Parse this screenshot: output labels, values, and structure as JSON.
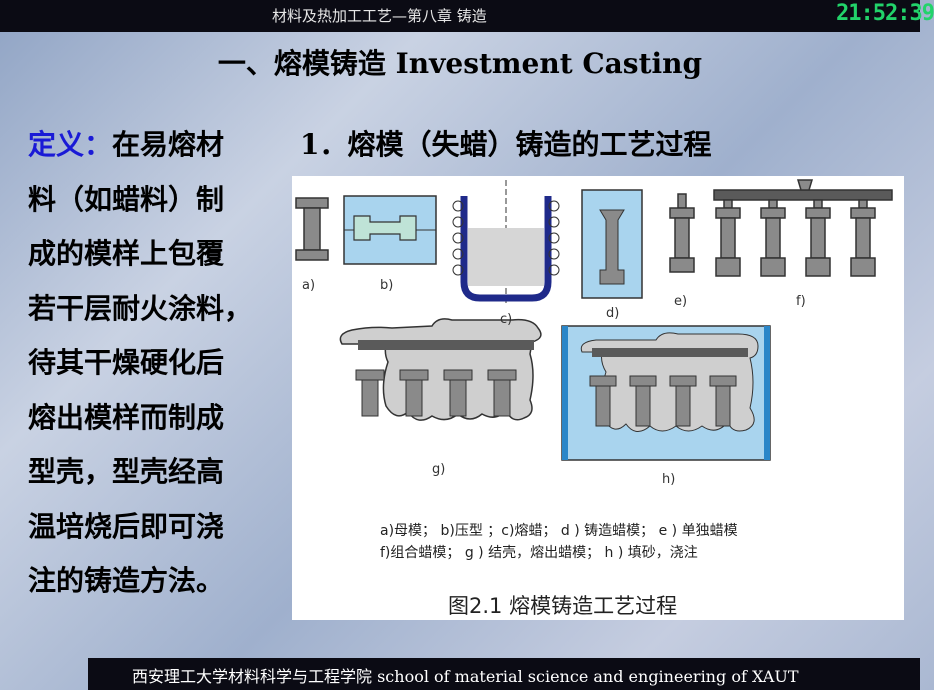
{
  "header": {
    "title": "材料及热加工工艺—第八章  铸造",
    "clock": "21:52:39"
  },
  "heading": "一、熔模铸造 Investment Casting",
  "definition": {
    "label": "定义：",
    "lines": [
      "在易熔材",
      "料（如蜡料）制",
      "成的模样上包覆",
      "若干层耐火涂料，",
      "待其干燥硬化后",
      "熔出模样而制成",
      "型壳，型壳经高",
      "温培烧后即可浇",
      "注的铸造方法。"
    ]
  },
  "subheading": "1．熔模（失蜡）铸造的工艺过程",
  "figure": {
    "labels": [
      "a)",
      "b)",
      "c)",
      "d)",
      "e)",
      "f)",
      "g)",
      "h)"
    ],
    "caption_line1": "a)母模； b)压型 ；c)熔蜡； d ) 铸造蜡模； e ) 单独蜡模",
    "caption_line2": "f)组合蜡模； g ) 结壳，熔出蜡模； h ) 填砂，浇注",
    "title": "图2.1   熔模铸造工艺过程"
  },
  "footer": "西安理工大学材料科学与工程学院 school of material science and engineering of XAUT"
}
